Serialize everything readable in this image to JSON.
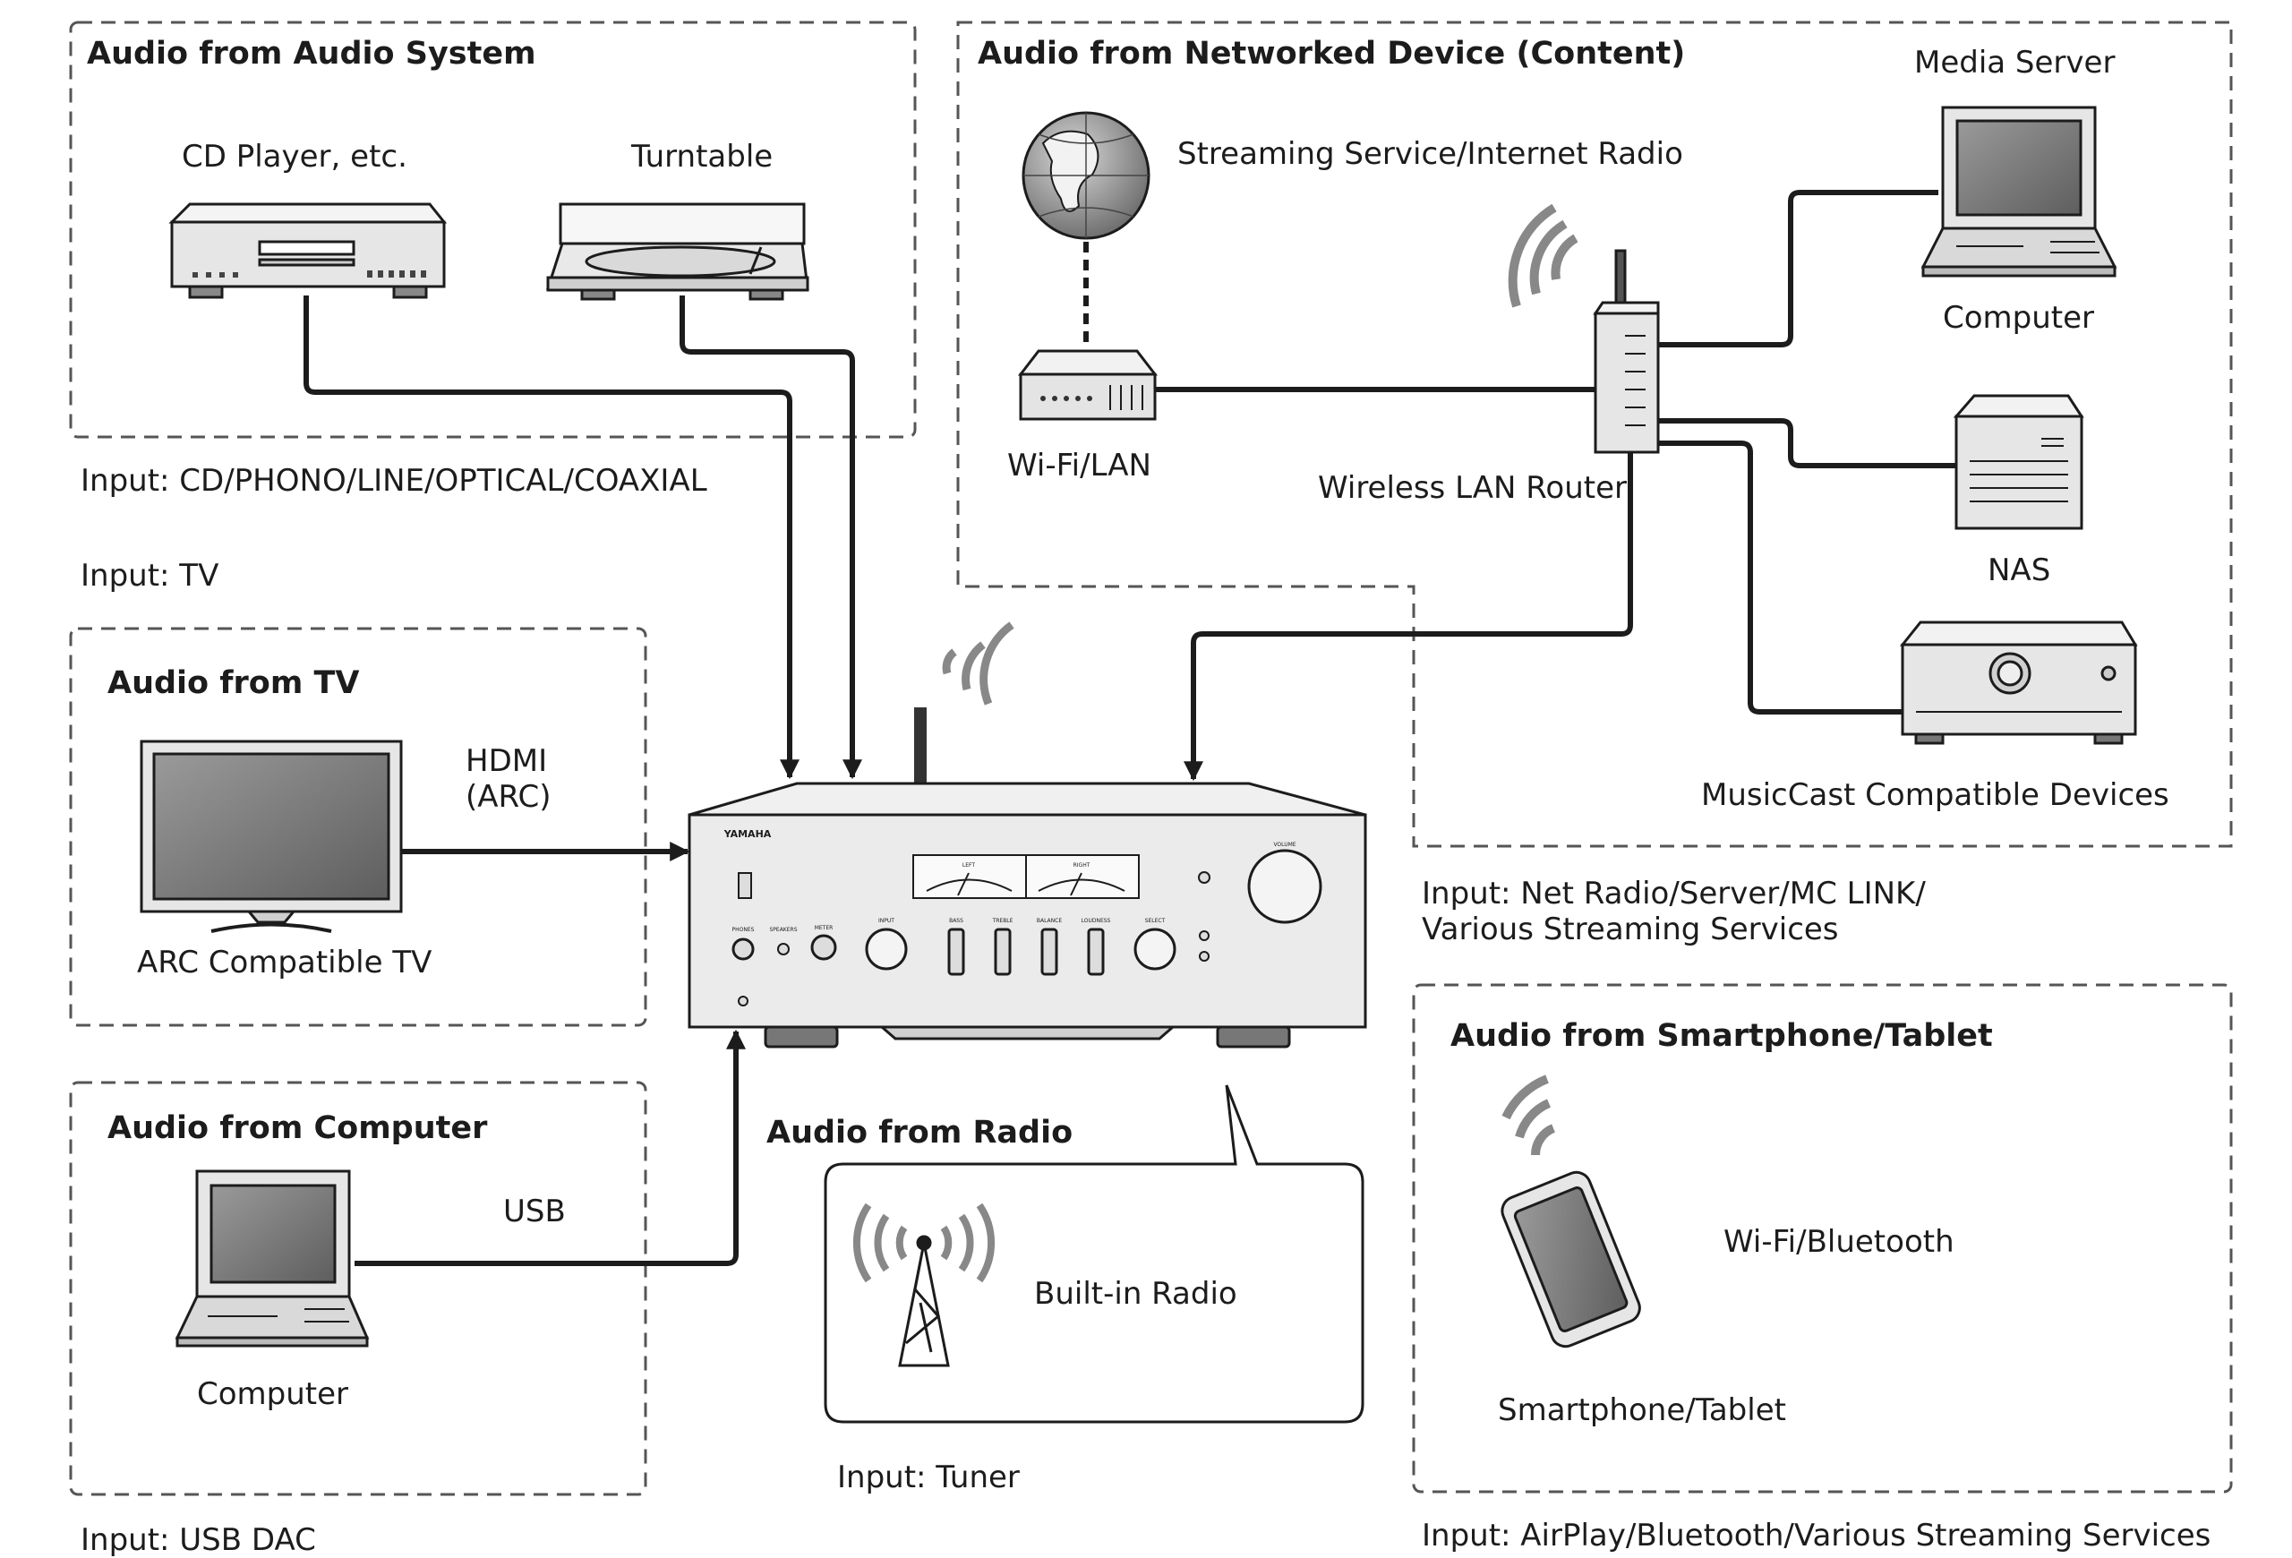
{
  "panels": {
    "audio_system": {
      "heading": "Audio from Audio System",
      "cd_player": "CD Player, etc.",
      "turntable": "Turntable",
      "input": "Input: CD/PHONO/LINE/OPTICAL/COAXIAL"
    },
    "network": {
      "heading": "Audio from Networked Device (Content)",
      "streaming": "Streaming Service/Internet Radio",
      "media_server": "Media Server",
      "computer": "Computer",
      "wifi_lan": "Wi-Fi/LAN",
      "router": "Wireless LAN Router",
      "nas": "NAS",
      "musiccast": "MusicCast Compatible Devices",
      "input": "Input: Net Radio/Server/MC LINK/\nVarious Streaming Services"
    },
    "tv": {
      "input_top": "Input: TV",
      "heading": "Audio from TV",
      "connection": "HDMI\n(ARC)",
      "device": "ARC Compatible TV"
    },
    "computer": {
      "heading": "Audio from Computer",
      "connection": "USB",
      "device": "Computer",
      "input": "Input: USB DAC"
    },
    "radio": {
      "heading": "Audio from Radio",
      "device": "Built-in Radio",
      "input": "Input: Tuner"
    },
    "smartphone": {
      "heading": "Audio from Smartphone/Tablet",
      "connection": "Wi-Fi/Bluetooth",
      "device": "Smartphone/Tablet",
      "input": "Input: AirPlay/Bluetooth/Various Streaming Services"
    }
  },
  "amplifier": {
    "brand": "YAMAHA",
    "meter_labels": [
      "LEFT",
      "RIGHT"
    ],
    "knob_labels": [
      "VOLUME",
      "INPUT",
      "BASS",
      "TREBLE",
      "BALANCE",
      "LOUDNESS",
      "SELECT",
      "METER",
      "SPEAKERS",
      "PHONES"
    ]
  },
  "colors": {
    "line": "#1c1c1c",
    "device_fill": "#e9e9e9",
    "screen_fill": "#7a7a7a",
    "dash": "#555555"
  }
}
